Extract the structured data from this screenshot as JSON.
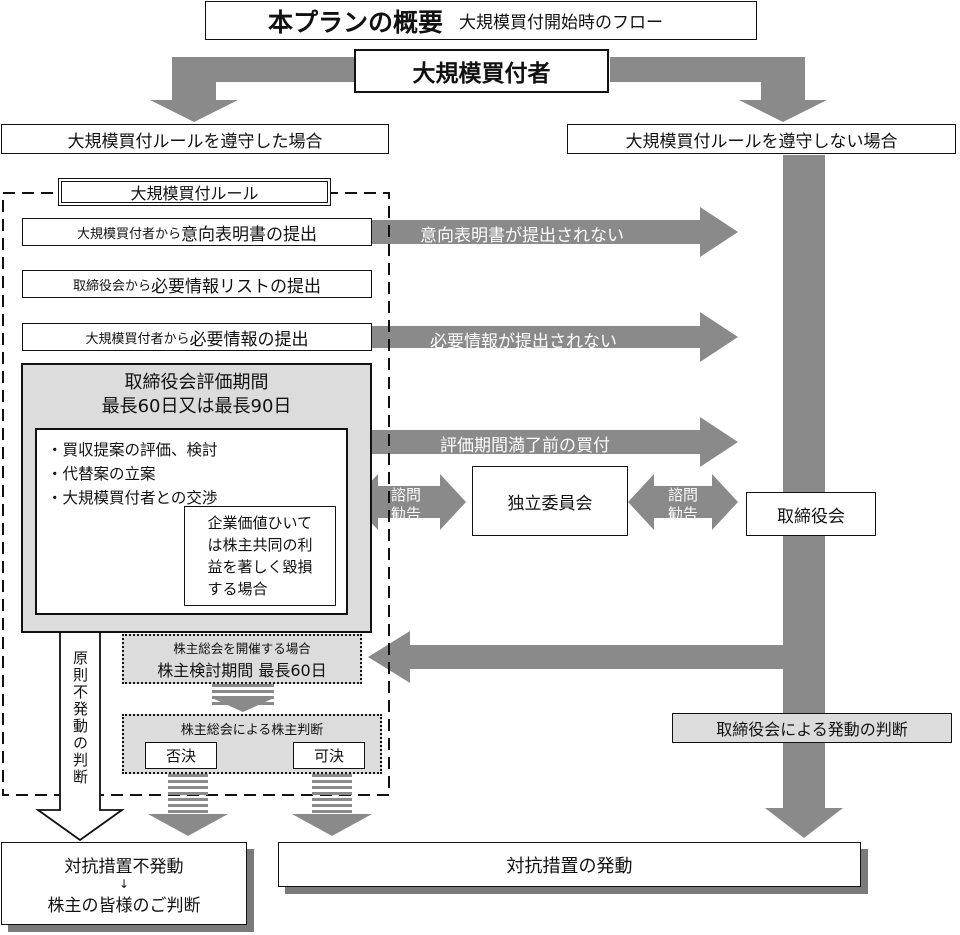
{
  "header": {
    "title": "本プランの概要",
    "subtitle": "大規模買付開始時のフロー"
  },
  "acquirer": "大規模買付者",
  "branches": {
    "comply": "大規模買付ルールを遵守した場合",
    "not_comply": "大規模買付ルールを遵守しない場合"
  },
  "rule_box": {
    "title": "大規模買付ルール",
    "step1": {
      "small": "大規模買付者から",
      "large": "意向表明書の提出"
    },
    "step2": {
      "small": "取締役会から",
      "large": "必要情報リストの提出"
    },
    "step3": {
      "small": "大規模買付者から",
      "large": "必要情報の提出"
    }
  },
  "arrows": {
    "no_intent": "意向表明書が提出されない",
    "no_info": "必要情報が提出されない",
    "early_purchase": "評価期間満了前の買付",
    "advice_left": "諮問\n勧告",
    "advice_right": "諮問\n勧告",
    "no_trigger_principle": "原則不発動の判断"
  },
  "evaluation": {
    "title1": "取締役会評価期間",
    "title2": "最長60日又は最長90日",
    "items": [
      "・買収提案の評価、検討",
      "・代替案の立案",
      "・大規模買付者との交渉"
    ],
    "harm": [
      "企業価値ひいて",
      "は株主共同の利",
      "益を著しく毀損",
      "する場合"
    ]
  },
  "committee": "独立委員会",
  "board": "取締役会",
  "shareholder_period": {
    "caption": "株主総会を開催する場合",
    "main": "株主検討期間 最長60日"
  },
  "shareholder_decision": {
    "caption": "株主総会による株主判断",
    "reject": "否決",
    "approve": "可決"
  },
  "board_decision": "取締役会による発動の判断",
  "outcome_no": {
    "line1": "対抗措置不発動",
    "arrow": "↓",
    "line2": "株主の皆様のご判断"
  },
  "outcome_yes": "対抗措置の発動"
}
